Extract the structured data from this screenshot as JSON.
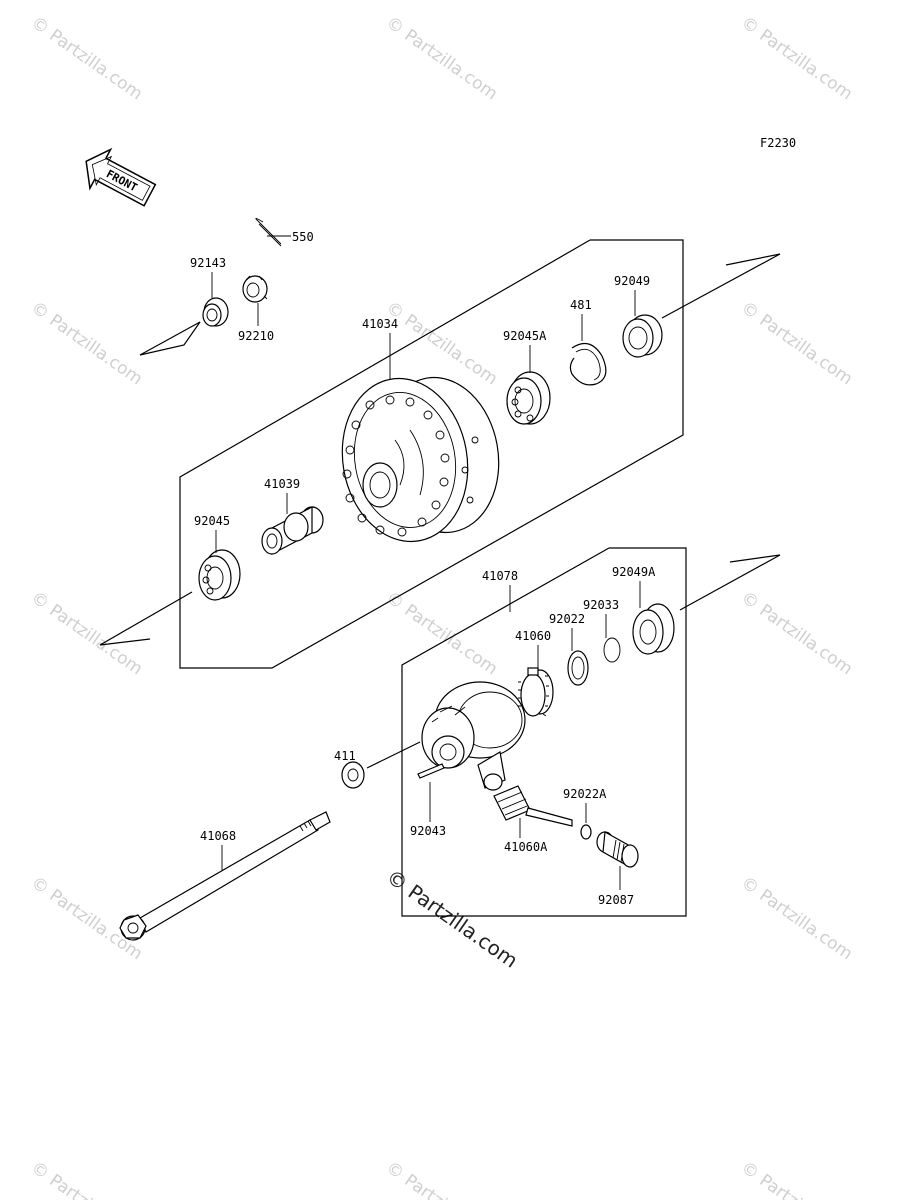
{
  "figure_code": "F2230",
  "front_arrow_label": "FRONT",
  "watermark_text": "© Partzilla.com",
  "part_numbers": {
    "p550": "550",
    "p92143": "92143",
    "p92210": "92210",
    "p41034": "41034",
    "p481": "481",
    "p92049": "92049",
    "p92045A": "92045A",
    "p41039": "41039",
    "p92045": "92045",
    "p41078": "41078",
    "p92049A": "92049A",
    "p92033": "92033",
    "p92022": "92022",
    "p41060": "41060",
    "p411": "411",
    "p41068": "41068",
    "p92043": "92043",
    "p92022A": "92022A",
    "p41060A": "41060A",
    "p92087": "92087"
  }
}
